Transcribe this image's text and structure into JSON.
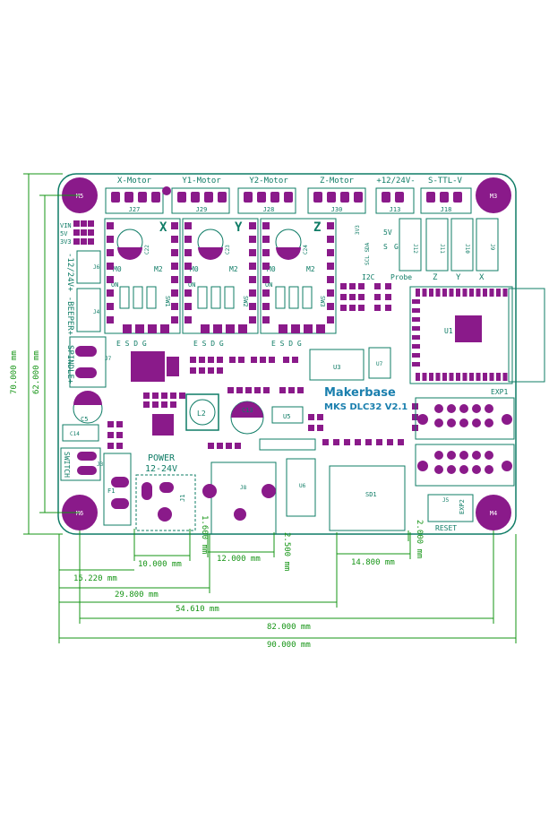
{
  "board": {
    "brand": "Makerbase",
    "model": "MKS DLC32 V2.1",
    "mounting_holes": [
      "M5",
      "M3",
      "M6",
      "M4"
    ]
  },
  "headers": [
    {
      "label": "X-Motor",
      "ref": "J27"
    },
    {
      "label": "Y1-Motor",
      "ref": "J29"
    },
    {
      "label": "Y2-Motor",
      "ref": "J28"
    },
    {
      "label": "Z-Motor",
      "ref": "J30"
    },
    {
      "label": "+12/24V-",
      "ref": "J13"
    },
    {
      "label": "S-TTL-V",
      "ref": "J18"
    }
  ],
  "drivers": [
    {
      "axis": "X",
      "cap": "C22",
      "sw": "SW1",
      "m_left": "M0",
      "m_right": "M2",
      "pins": "E S D G"
    },
    {
      "axis": "Y",
      "cap": "C23",
      "sw": "SW2",
      "m_left": "M0",
      "m_right": "M2",
      "pins": "E S D G"
    },
    {
      "axis": "Z",
      "cap": "C24",
      "sw": "SW3",
      "m_left": "M0",
      "m_right": "M2",
      "pins": "E S D G"
    }
  ],
  "left_labels": {
    "vin": "VIN",
    "v5": "5V",
    "v33": "3V3",
    "vertical": "-12/24V+ -BEEPER+ -SPINDLE+",
    "j6": "J6",
    "j4": "J4",
    "j7": "J7",
    "c5": "C5",
    "c14": "C14",
    "switch": "SWITCH",
    "j3": "J3",
    "f1": "F1"
  },
  "power": {
    "label": "POWER",
    "voltage": "12-24V",
    "ref": "J1"
  },
  "misc": {
    "on": "ON",
    "j12": "J12",
    "j11": "J11",
    "j10": "J10",
    "j9": "J9",
    "i2c": "I2C",
    "scl_sda": "SCL SDA",
    "v5": "5V",
    "g": "G",
    "s": "S",
    "probe": "Probe",
    "z": "Z",
    "y": "Y",
    "x": "X",
    "u1": "U1",
    "u3": "U3",
    "u7": "U7",
    "u5": "U5",
    "u6": "U6",
    "l2": "L2",
    "c13": "C13",
    "j8": "J8",
    "sd1": "SD1",
    "j5": "J5",
    "exp1": "EXP1",
    "exp2": "EXP2",
    "reset": "RESET",
    "d33": "3V3"
  },
  "dimensions": {
    "height_total": "70.000 mm",
    "height_holes": "62.000 mm",
    "d_1_6": "1.600 mm",
    "d_2_5": "2.500 mm",
    "d_2_0": "2.000 mm",
    "d_10": "10.000 mm",
    "d_12": "12.000 mm",
    "d_14_8": "14.800 mm",
    "d_15_22": "15.220 mm",
    "d_29_8": "29.800 mm",
    "d_54_61": "54.610 mm",
    "d_82": "82.000 mm",
    "d_90": "90.000 mm"
  },
  "colors": {
    "silk": "#0f7c66",
    "pad": "#8a1a8a",
    "dimension": "#149414",
    "brand": "#1a7fae"
  }
}
